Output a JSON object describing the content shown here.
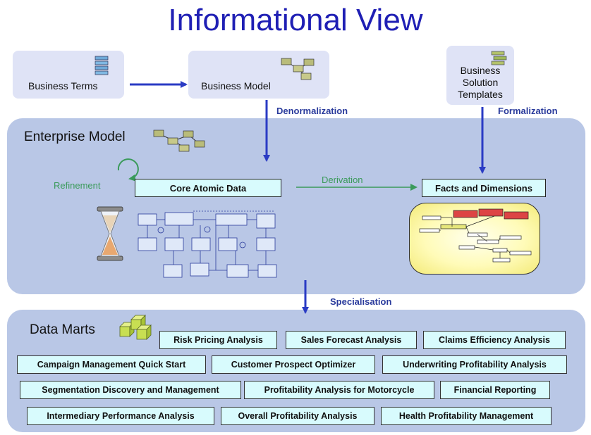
{
  "title": "Informational View",
  "top": {
    "business_terms": "Business Terms",
    "business_model": "Business Model",
    "solution_templates": [
      "Business",
      "Solution",
      "Templates"
    ]
  },
  "labels": {
    "denormalization": "Denormalization",
    "formalization": "Formalization",
    "refinement": "Refinement",
    "derivation": "Derivation",
    "specialisation": "Specialisation"
  },
  "enterprise": {
    "title": "Enterprise Model",
    "core": "Core Atomic Data",
    "facts": "Facts and Dimensions"
  },
  "data_marts": {
    "title": "Data Marts",
    "rows": [
      [
        "Risk Pricing Analysis",
        "Sales Forecast Analysis",
        "Claims Efficiency Analysis"
      ],
      [
        "Campaign Management Quick Start",
        "Customer Prospect Optimizer",
        "Underwriting Profitability Analysis"
      ],
      [
        "Segmentation Discovery and Management",
        "Profitability Analysis for Motorcycle",
        "Financial Reporting"
      ],
      [
        "Intermediary Performance Analysis",
        "Overall Profitability Analysis",
        "Health Profitability Management"
      ]
    ]
  },
  "colors": {
    "title": "#1f1fb4",
    "arrow": "#2a3bc4",
    "panel": "#b9c7e6",
    "box": "#d8fbfd",
    "green": "#3a9a5a"
  }
}
